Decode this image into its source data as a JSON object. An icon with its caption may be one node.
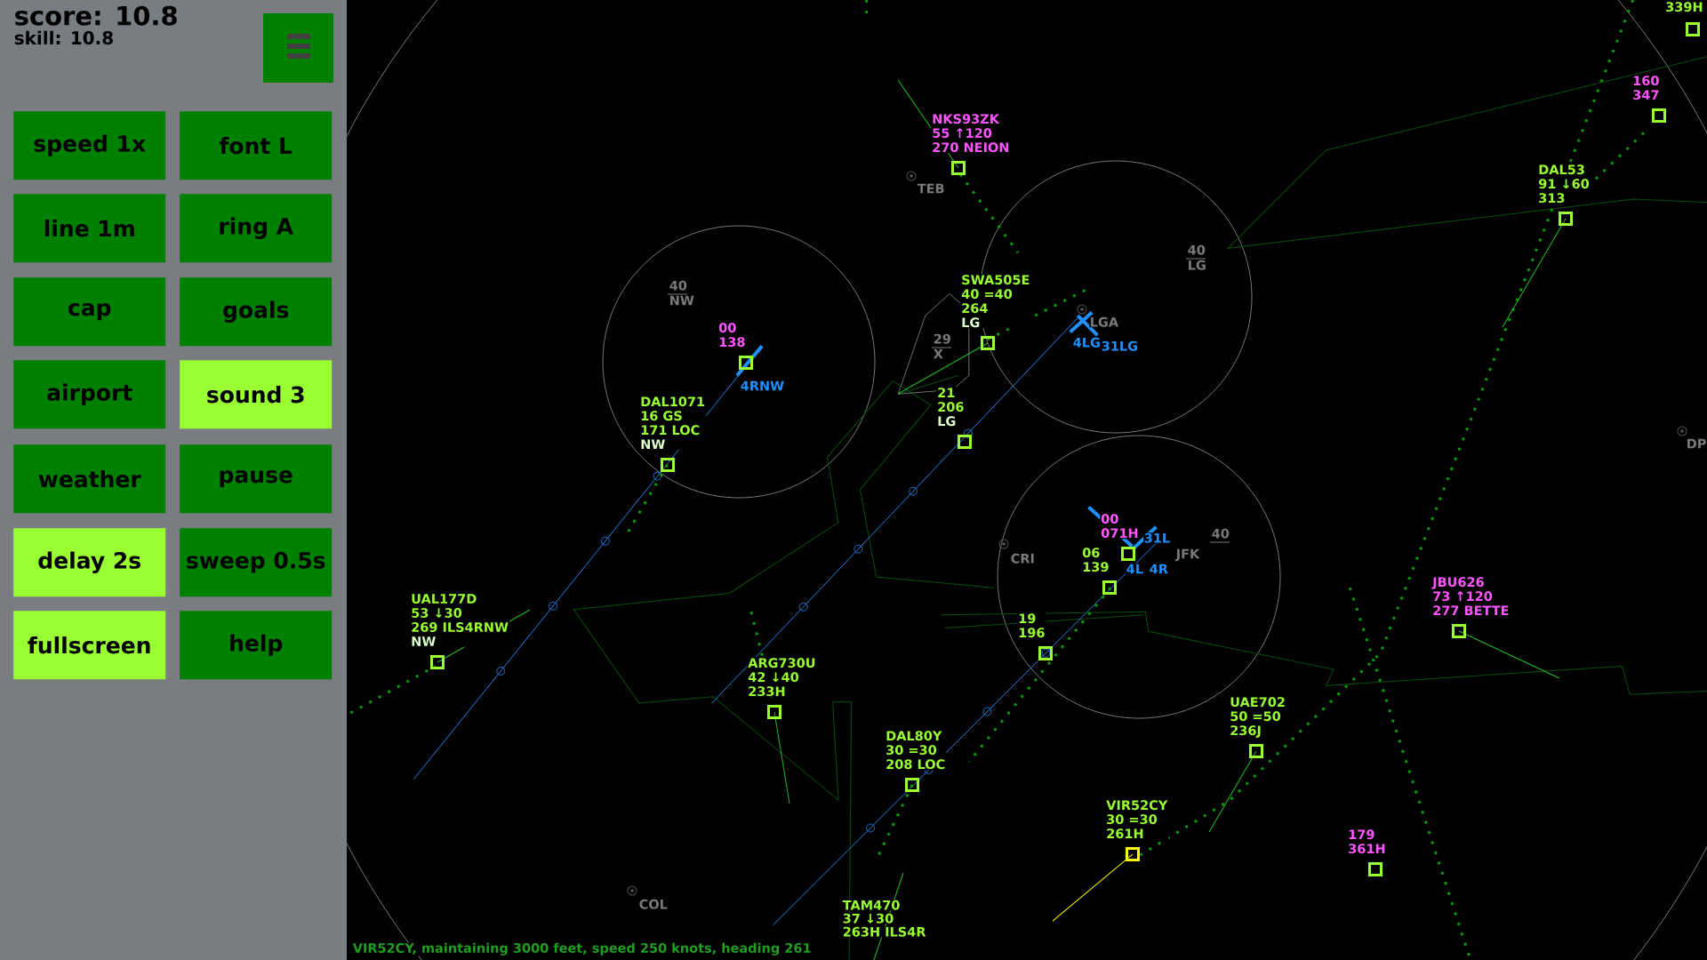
{
  "diagram": {
    "nodes": [
      {
        "text": [
          "speed 1x"
        ]
      },
      {
        "text": [
          "font L"
        ]
      },
      {
        "text": [
          "line 1m"
        ]
      },
      {
        "text": [
          "ring A"
        ]
      },
      {
        "text": [
          "cap"
        ]
      },
      {
        "text": [
          "goals"
        ]
      },
      {
        "text": [
          "airport"
        ]
      },
      {
        "text": [
          "sound 3"
        ]
      },
      {
        "text": [
          "weather"
        ]
      },
      {
        "text": [
          "pause"
        ]
      },
      {
        "text": [
          "delay 2s"
        ]
      },
      {
        "text": [
          "sweep 0.5s"
        ]
      },
      {
        "text": [
          "fullscreen"
        ]
      },
      {
        "text": [
          "help"
        ]
      },
      {
        "text": [],
        "shape": "box",
        "beside": [
          "339H"
        ]
      },
      {
        "text": [],
        "shape": "box",
        "beside": [
          "160",
          "347"
        ]
      },
      {
        "text": [],
        "shape": "box",
        "beside": [
          "NKS93ZK",
          "55 ↑120",
          "270  NEION"
        ]
      },
      {
        "text": [],
        "shape": "box",
        "beside": [
          "DAL53",
          "91 ↓60",
          "313"
        ]
      },
      {
        "text": [],
        "shape": "box",
        "beside": [
          "SWA505E",
          "40 =40",
          "264",
          "LG"
        ]
      },
      {
        "text": [],
        "shape": "box",
        "beside": [
          "00",
          "138"
        ]
      },
      {
        "text": [],
        "shape": "box",
        "beside": [
          "21",
          "206",
          "LG"
        ]
      },
      {
        "text": [],
        "shape": "box",
        "beside": [
          "DAL1071",
          "16 GS",
          "171  LOC",
          "NW"
        ]
      },
      {
        "text": [],
        "shape": "box",
        "beside": [
          "00",
          "071H"
        ]
      },
      {
        "text": [],
        "shape": "box",
        "beside": [
          "06",
          "139"
        ]
      },
      {
        "text": [],
        "shape": "box",
        "beside": [
          "JBU626",
          "73 ↑120",
          "277  BETTE"
        ]
      },
      {
        "text": [],
        "shape": "box",
        "beside": [
          "UAL177D",
          "53 ↓30",
          "269  ILS4RNW",
          "NW"
        ]
      },
      {
        "text": [],
        "shape": "box",
        "beside": [
          "19",
          "196"
        ]
      },
      {
        "text": [],
        "shape": "box",
        "beside": [
          "ARG730U",
          "42 ↓40",
          "233H"
        ]
      },
      {
        "text": [],
        "shape": "box",
        "beside": [
          "UAE702",
          "50 =50",
          "236J"
        ]
      },
      {
        "text": [],
        "shape": "box",
        "beside": [
          "DAL80Y",
          "30 =30",
          "208  LOC"
        ]
      },
      {
        "text": [],
        "shape": "box",
        "beside": [
          "VIR52CY",
          "30 =30",
          "261H"
        ]
      },
      {
        "text": [],
        "shape": "box",
        "beside": [
          "179",
          "361H"
        ]
      }
    ],
    "labels": [
      "score: 10.8",
      "skill: 10.8",
      "TEB",
      "40",
      "NW",
      "29",
      "X",
      "LGA",
      "4LG",
      "31LG",
      "40",
      "LG",
      "4RNW",
      "DP",
      "CRI",
      "40",
      "31L",
      "JFK",
      "4L",
      "4R",
      "COL",
      "TAM470",
      "37 ↓30",
      "263H ILS4R",
      "VIR52CY, maintaining 3000 feet, speed 250 knots, heading 261"
    ]
  }
}
